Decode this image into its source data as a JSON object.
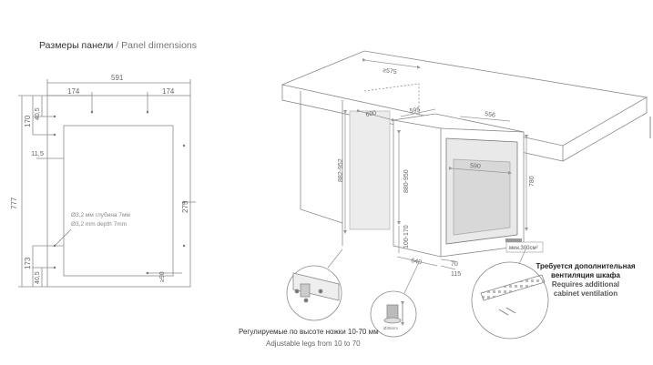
{
  "title": {
    "ru": "Размеры панели",
    "sep": " / ",
    "en": "Panel dimensions"
  },
  "panel": {
    "width": "591",
    "left_offset": "174",
    "right_offset": "174",
    "height": "777",
    "top_h1": "170",
    "top_h2": "40,5",
    "side_gap": "11,5",
    "bottom_h1": "173",
    "bottom_h2": "40,5",
    "right_h": "275",
    "bottom_right": "≥90",
    "hole_ru": "Ø3,2 мм глубина 7мм",
    "hole_en": "Ø3,2 mm depth 7mm"
  },
  "install": {
    "niche_width": "≥575",
    "niche_depth": "600",
    "niche_height": "882-952",
    "unit_width": "595",
    "unit_depth": "556",
    "door_width": "590",
    "unit_height_range": "880-950",
    "unit_height": "780",
    "plinth_height": "100-170",
    "base_depth": "640",
    "d_70": "70",
    "d_115": "115",
    "vent_area": "мин.300см²"
  },
  "legs": {
    "ru": "Регулируемые по высоте ножки 10-70 мм",
    "en": "Adjustable legs from 10 to 70",
    "dia": "Ø35mm"
  },
  "ventilation": {
    "ru1": "Требуется дополнительная",
    "ru2": "вентиляция шкафа",
    "en1": "Requires additional",
    "en2": "cabinet ventilation"
  },
  "colors": {
    "line": "#8a8a8a",
    "dim": "#9a9a9a",
    "text": "#555555",
    "heading": "#333333"
  }
}
